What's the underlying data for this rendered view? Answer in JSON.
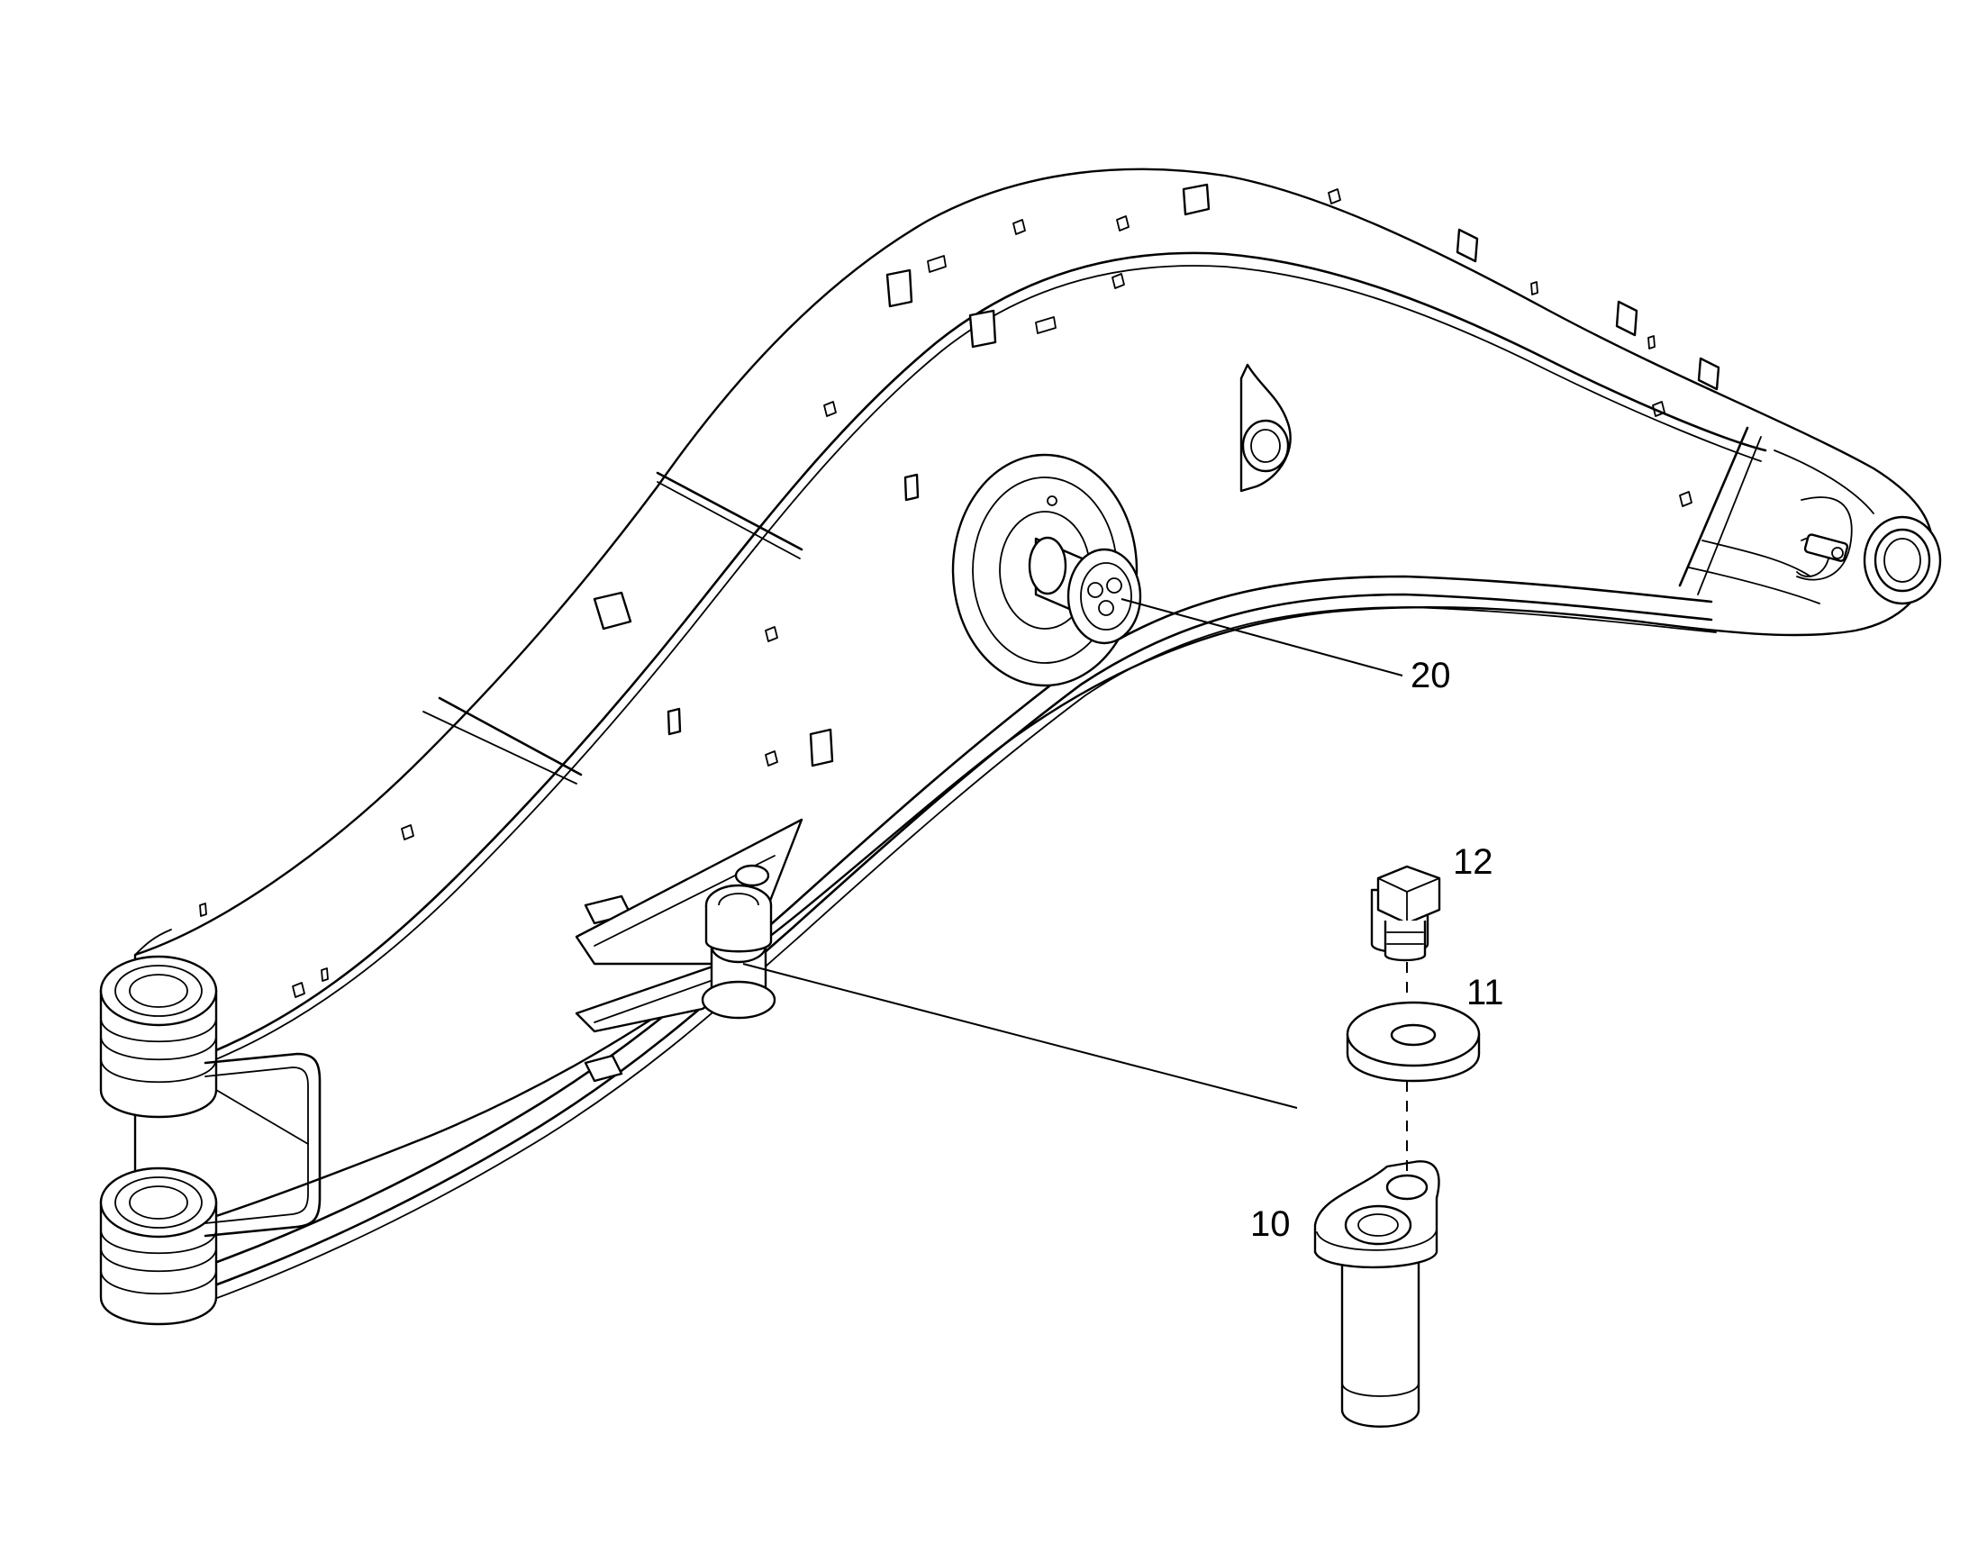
{
  "callouts": {
    "c10": "10",
    "c11": "11",
    "c12": "12",
    "c20": "20"
  }
}
